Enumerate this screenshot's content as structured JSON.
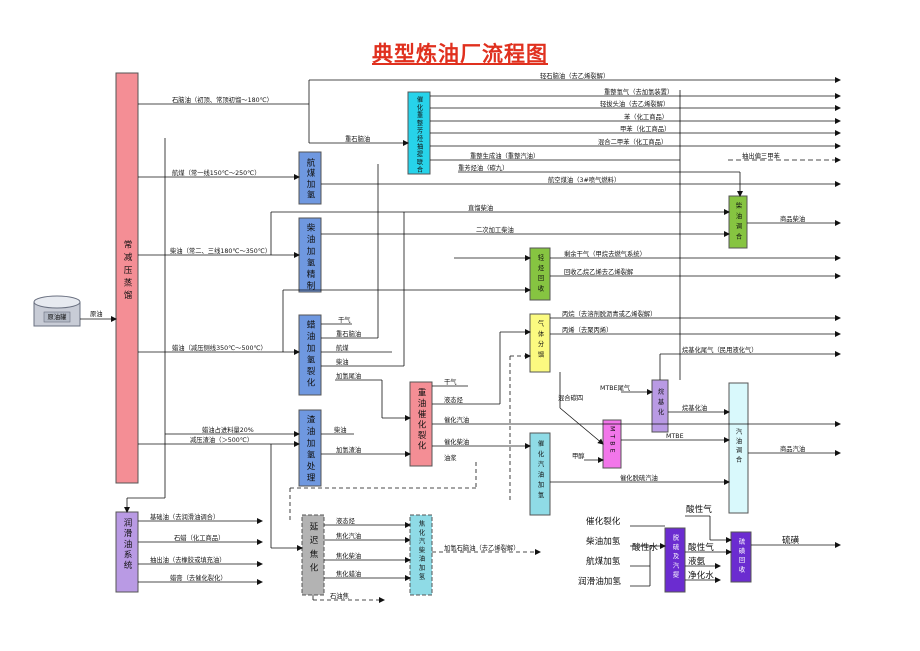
{
  "title": "典型炼油厂流程图",
  "colors": {
    "pink": "#f48e95",
    "blue": "#6f98e0",
    "cyan": "#27d3ea",
    "green": "#86c441",
    "yellow": "#fbfa80",
    "magenta": "#f276ea",
    "purple": "#b99ae4",
    "violet": "#6b2cd0",
    "gray": "#b3b3b3",
    "teal": "#8fdbe6",
    "lightcyan": "#d9f9fc"
  },
  "tank": {
    "label": "原油罐"
  },
  "units": {
    "atm_vac": "常减压蒸馏",
    "reformer": "催化重整芳烃抽提联合",
    "jet_hydro": "航煤加氢",
    "diesel_hydro": "柴油加氢精制",
    "wax_hydro": "蜡油加氢裂化",
    "resid_hydro": "渣油加氢处理",
    "fcc": "重油催化裂化",
    "coker": "延迟焦化",
    "coker_hydro": "焦化汽柴油加氢",
    "lube": "润滑油系统",
    "diesel_blend": "柴油调合",
    "light_recovery": "轻烃回收",
    "gas_frac": "气体分馏",
    "mtbe": "MTBE",
    "alkylation": "烷基化",
    "gasoline_blend": "汽油调合",
    "fcc_gasoline_hydro": "催化汽油加氢",
    "desulfur": "脱硫及汽提",
    "sulfur_recovery": "硫磺回收"
  },
  "labels": {
    "crude_oil": "原油",
    "naphtha": "石脑油（初顶、常顶初馏～180℃）",
    "heavy_naphtha": "重石脑油",
    "light_naphtha": "轻石脑油（去乙烯裂解）",
    "reformer_h2": "重整氢气（去加氢装置）",
    "light_ends": "轻拔头油（去乙烯裂解）",
    "benzene": "苯（化工商品）",
    "toluene": "甲苯（化工商品）",
    "xylene": "混合二甲苯（化工商品）",
    "reformate": "重整生成油（重整汽油）",
    "heavy_aromatics": "重芳烃油（碳九）",
    "aniline": "抽出偏三甲苯",
    "jet_fuel": "航空煤油（3#喷气燃料）",
    "jet_cut": "航煤（常一线150℃～250℃）",
    "straight_diesel": "直馏柴油",
    "diesel_cut": "柴油（常二、三线180℃～350℃）",
    "secondary_diesel": "二次加工柴油",
    "commercial_diesel": "商品柴油",
    "dry_gas_light": "剩余干气（甲烷去燃气系统）",
    "ethylene_recovery": "回收乙烷乙烯去乙烯裂解",
    "propane": "丙烷（去溶剂脱沥青或乙烯裂解）",
    "propylene": "丙烯（去聚丙烯）",
    "alkyl_tail": "烷基化尾气（民用液化气）",
    "dry_gas": "干气",
    "heavy_naphtha2": "重石脑油",
    "jet": "航煤",
    "diesel": "柴油",
    "hc_tail": "加氢尾油",
    "wax_cut": "蜡油（减压侧线350℃～500℃）",
    "mixed_c4": "混合碳四",
    "mtbe_tail": "MTBE尾气",
    "alkylate": "烷基化油",
    "fcc_dry": "干气",
    "lpg": "液态烃",
    "fcc_gasoline": "催化汽油",
    "fcc_diesel": "催化柴油",
    "slurry": "油浆",
    "wax_blend": "蜡油占进料量20%",
    "vac_resid": "减压渣油（＞500℃）",
    "resid_diesel": "柴油",
    "hydro_resid": "加氢渣油",
    "methanol": "甲醇",
    "mtbe_product": "MTBE",
    "commercial_gasoline": "商品汽油",
    "desulf_gasoline": "催化脱硫汽油",
    "base_oil": "基础油（去润滑油调合）",
    "paraffin": "石蜡（化工商品）",
    "extract_oil": "抽出油（去橡胶或填充油）",
    "lube_wax": "蜡膏（去催化裂化）",
    "coker_lpg": "液态烃",
    "coker_gasoline": "焦化汽油",
    "coker_diesel": "焦化柴油",
    "coker_gasoil": "焦化蜡油",
    "petcoke": "石油焦",
    "hydro_naphtha": "加氢石脑油（去乙烯裂解）",
    "fcc_in": "催化裂化",
    "diesel_hydro_in": "柴油加氢",
    "jet_hydro_in": "航煤加氢",
    "lube_in": "润滑油加氢",
    "acid_gas_top": "酸性气",
    "acid_water": "酸性水",
    "acid_gas": "酸性气",
    "liquid_ammonia": "液氨",
    "clean_water": "净化水",
    "sulfur": "硫磺"
  }
}
